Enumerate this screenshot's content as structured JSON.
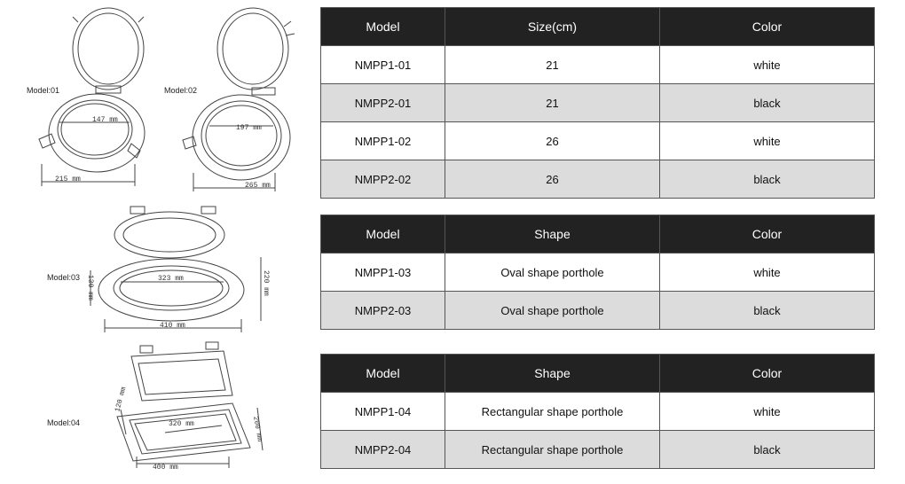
{
  "models": {
    "m01": "Model:01",
    "m02": "Model:02",
    "m03": "Model:03",
    "m04": "Model:04"
  },
  "dimensions": {
    "d147": "147 mm",
    "d215": "215 mm",
    "d197": "197 mm",
    "d265": "265 mm",
    "d323": "323 mm",
    "d410": "410 mm",
    "d130": "130 mm",
    "d220": "220 mm",
    "d320": "320 mm",
    "d400": "400 mm",
    "d120": "120 mm",
    "d200": "200 mm"
  },
  "table1": {
    "headers": [
      "Model",
      "Size(cm)",
      "Color"
    ],
    "rows": [
      [
        "NMPP1-01",
        "21",
        "white"
      ],
      [
        "NMPP2-01",
        "21",
        "black"
      ],
      [
        "NMPP1-02",
        "26",
        "white"
      ],
      [
        "NMPP2-02",
        "26",
        "black"
      ]
    ]
  },
  "table2": {
    "headers": [
      "Model",
      "Shape",
      "Color"
    ],
    "rows": [
      [
        "NMPP1-03",
        "Oval shape porthole",
        "white"
      ],
      [
        "NMPP2-03",
        "Oval shape porthole",
        "black"
      ]
    ]
  },
  "table3": {
    "headers": [
      "Model",
      "Shape",
      "Color"
    ],
    "rows": [
      [
        "NMPP1-04",
        "Rectangular shape porthole",
        "white"
      ],
      [
        "NMPP2-04",
        "Rectangular shape porthole",
        "black"
      ]
    ]
  },
  "colors": {
    "header_bg": "#222222",
    "alt_row_bg": "#dcdcdc"
  }
}
